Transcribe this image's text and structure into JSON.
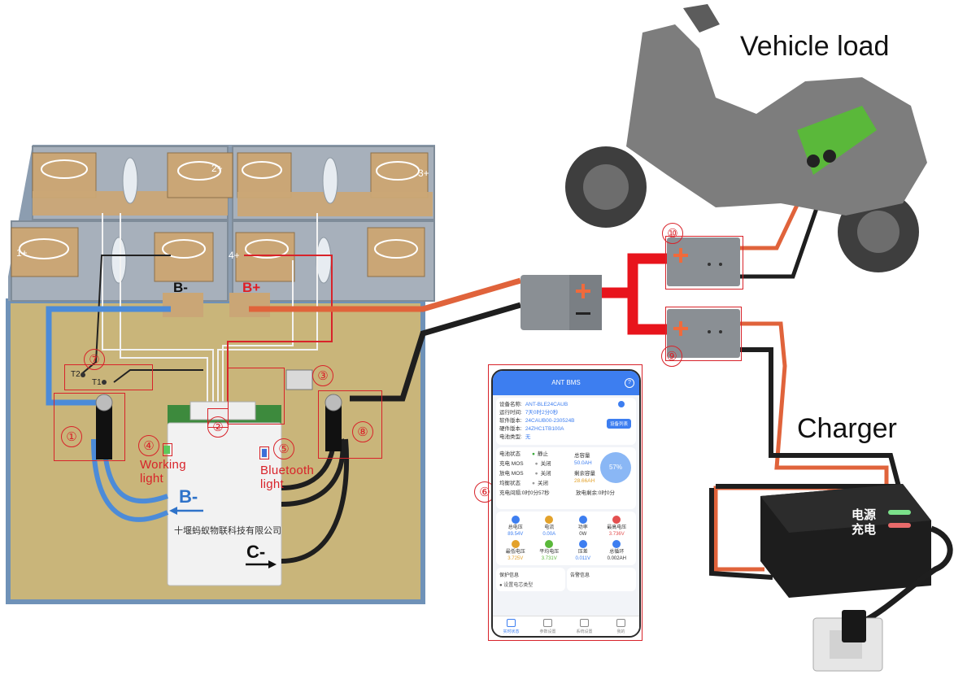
{
  "labels": {
    "vehicle_load": "Vehicle load",
    "charger": "Charger",
    "b_minus_terminal": "B-",
    "b_plus_terminal": "B+",
    "b_minus_cable": "B-",
    "c_minus_cable": "C-",
    "cell_1_plus": "1+",
    "cell_2_plus": "2+",
    "cell_3_plus": "3+",
    "cell_4_plus": "4+",
    "temp_sensor_t1": "T1",
    "temp_sensor_t2": "T2",
    "working_light": "Working\nlight",
    "bluetooth_light": "Bluetooth\nlight",
    "bms_company": "十堰蚂蚁物联科技有限公司",
    "charger_power": "电源",
    "charger_charging": "充电"
  },
  "markers": [
    "①",
    "②",
    "③",
    "④",
    "⑤",
    "⑥",
    "⑦",
    "⑧",
    "⑨",
    "⑩"
  ],
  "phone": {
    "app_title": "ANT BMS",
    "device_name_label": "设备名称:",
    "device_name": "ANT-BLE24CAUB",
    "runtime_label": "运行时间:",
    "runtime": "7天0时2分0秒",
    "software_label": "软件版本:",
    "software": "24CAUB00-230524B",
    "hardware_label": "硬件版本:",
    "hardware": "24ZHC1TB100A",
    "battery_type_label": "电池类型:",
    "battery_type": "无",
    "device_list_button": "设备列表",
    "status": [
      {
        "label": "电池状态",
        "value": "静止"
      },
      {
        "label": "充电 MOS",
        "value": "关闭"
      },
      {
        "label": "放电 MOS",
        "value": "关闭"
      },
      {
        "label": "均衡状态",
        "value": "关闭"
      }
    ],
    "total_capacity_label": "总容量",
    "total_capacity": "50.0AH",
    "remaining_capacity_label": "剩余容量",
    "remaining_capacity": "28.66AH",
    "soc": "57%",
    "charge_time": "充电间隔:0时0分57秒",
    "discharge_time": "放电剩余:0时0分",
    "metrics": [
      {
        "label": "总电压",
        "value": "89.54V"
      },
      {
        "label": "电流",
        "value": "0.00A"
      },
      {
        "label": "功率",
        "value": "0W"
      },
      {
        "label": "最高电压",
        "value": "3.736V"
      },
      {
        "label": "最低电压",
        "value": "3.725V"
      },
      {
        "label": "平均电压",
        "value": "3.731V"
      },
      {
        "label": "压差",
        "value": "0.011V"
      },
      {
        "label": "总循环",
        "value": "0.002AH"
      }
    ],
    "protect_title": "保护信息",
    "alarm_title": "告警信息",
    "protect_item": "设置电芯类型",
    "tabs": [
      "实时状态",
      "参数设置",
      "系统设置",
      "我的"
    ]
  }
}
